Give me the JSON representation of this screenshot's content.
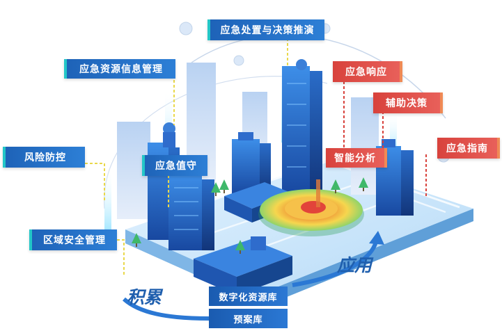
{
  "labels": {
    "emergency_disposal_drill": "应急处置与决策推演",
    "emergency_resource_info": "应急资源信息管理",
    "risk_prevention": "风险防控",
    "emergency_duty": "应急值守",
    "regional_safety": "区域安全管理",
    "emergency_response": "应急响应",
    "decision_support": "辅助决策",
    "intelligent_analysis": "智能分析",
    "emergency_guide": "应急指南"
  },
  "databases": {
    "digital_resources": "数字化资源库",
    "plan_library": "预案库"
  },
  "flows": {
    "accumulate": "积累",
    "apply": "应用"
  },
  "colors": {
    "blue_label": "#2470c7",
    "red_label": "#e0514b",
    "connector_yellow": "#e9d84a",
    "connector_red": "#d8423c"
  }
}
